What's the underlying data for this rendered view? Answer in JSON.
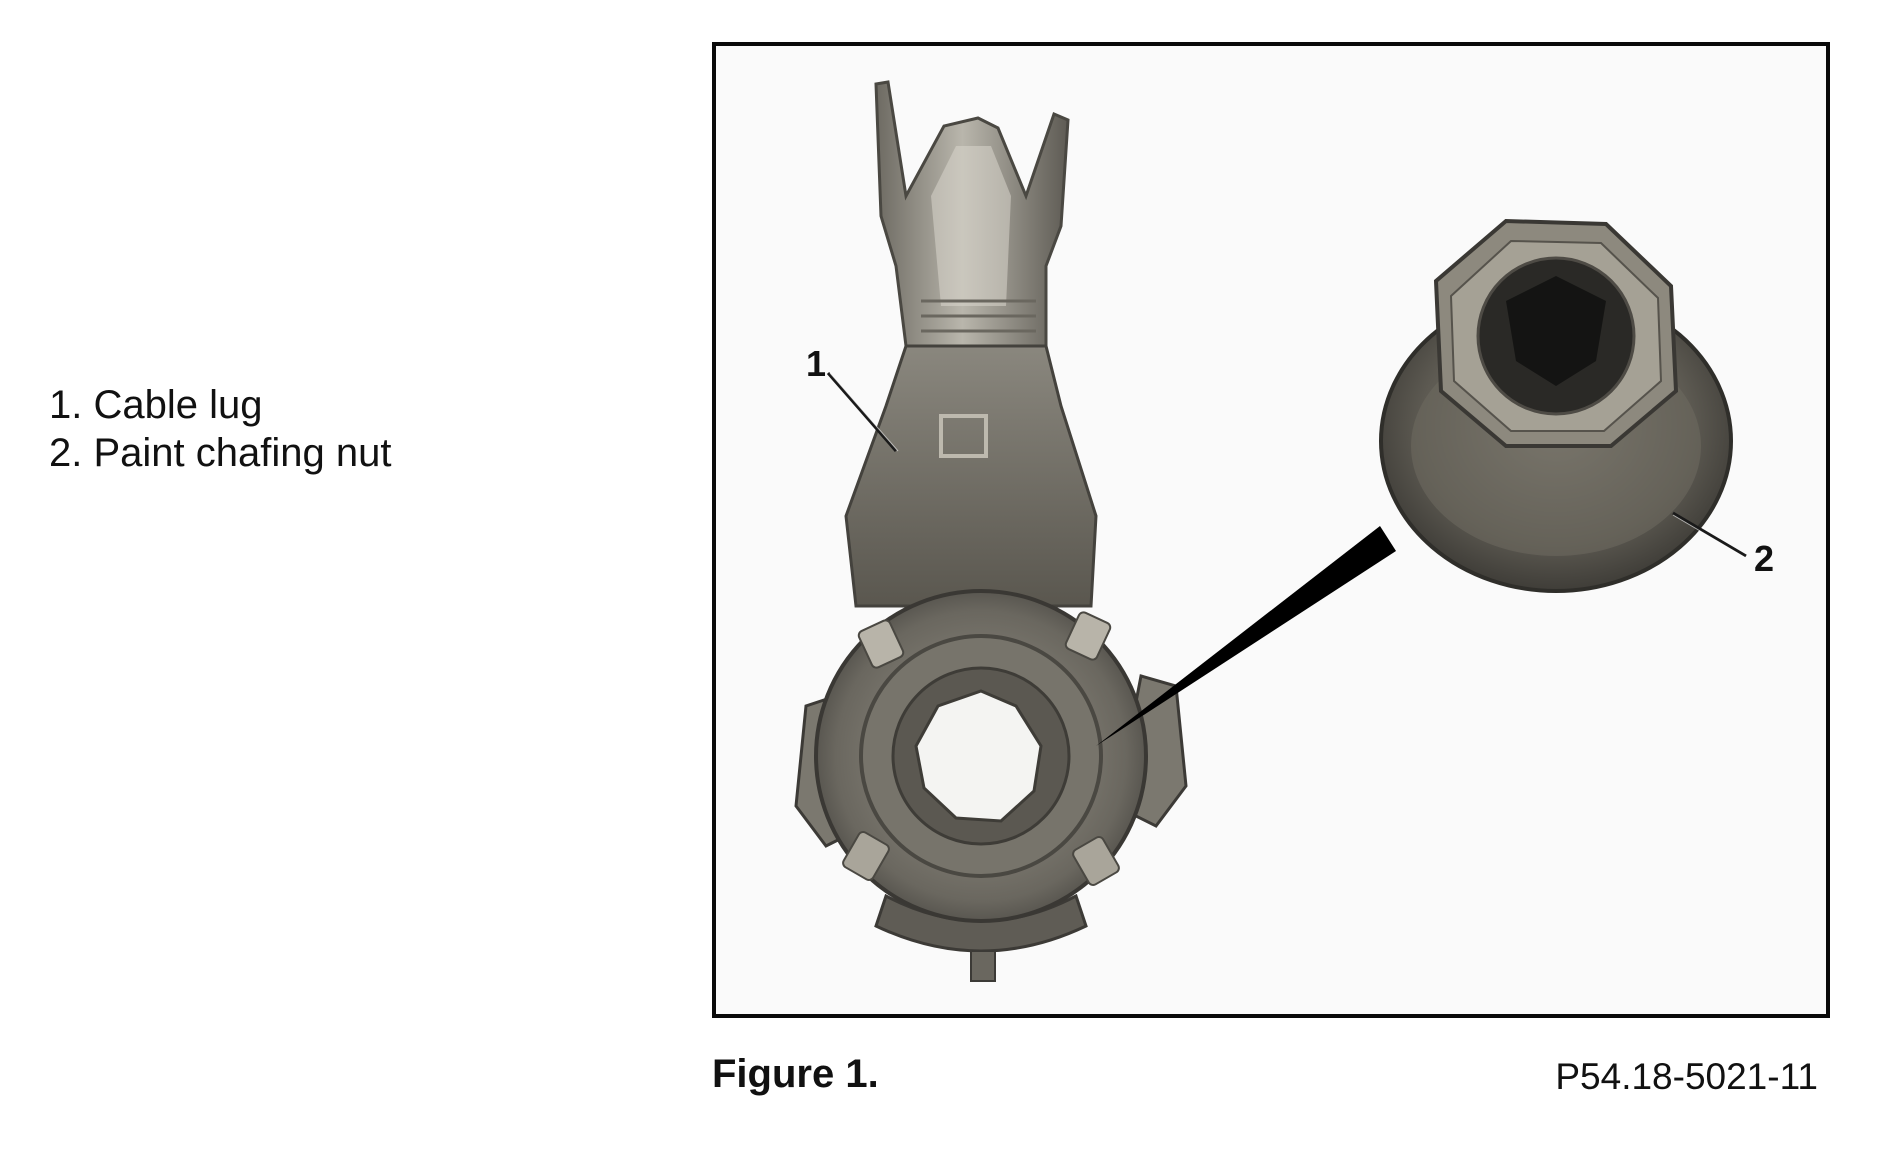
{
  "legend": {
    "items": [
      {
        "label": "1. Cable lug"
      },
      {
        "label": "2. Paint chafing nut"
      }
    ]
  },
  "figure": {
    "callouts": [
      {
        "number": "1"
      },
      {
        "number": "2"
      }
    ],
    "caption": "Figure 1.",
    "reference_code": "P54.18-5021-11"
  }
}
